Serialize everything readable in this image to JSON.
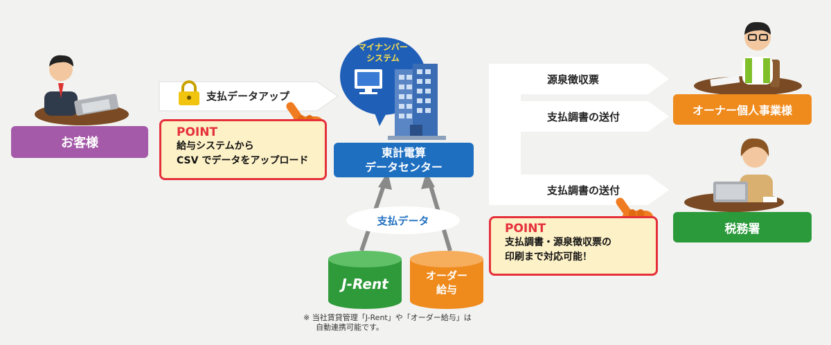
{
  "customer": {
    "label": "お客様"
  },
  "upload_arrow": {
    "label": "支払データアップ"
  },
  "point1": {
    "title": "POINT",
    "line1": "給与システムから",
    "line2": "CSV でデータをアップロード"
  },
  "mynumber": {
    "line1": "マイナンバー",
    "line2": "システム"
  },
  "datacenter": {
    "line1": "東計電算",
    "line2": "データセンター"
  },
  "payment_data": {
    "label": "支払データ"
  },
  "jrent": {
    "label": "J-Rent"
  },
  "order_pay": {
    "line1": "オーダー",
    "line2": "給与"
  },
  "note": {
    "line1": "※ 当社賃貸管理「J-Rent」や「オーダー給与」は",
    "line2": "自動連携可能です。"
  },
  "right_arrows": {
    "a1": "源泉徴収票",
    "a2": "支払調書の送付",
    "a3": "支払調書の送付"
  },
  "owner": {
    "label": "オーナー個人事業様"
  },
  "tax_office": {
    "label": "税務署"
  },
  "point2": {
    "title": "POINT",
    "line1": "支払調書・源泉徴収票の",
    "line2": "印刷まで対応可能！"
  },
  "colors": {
    "purple": "#a45aa8",
    "blue": "#1f6fc1",
    "orange": "#ef8a1c",
    "green": "#2a9a3a",
    "red": "#e5303a",
    "cream": "#fdf1c7",
    "yellow_green": "#7fbf2a"
  }
}
